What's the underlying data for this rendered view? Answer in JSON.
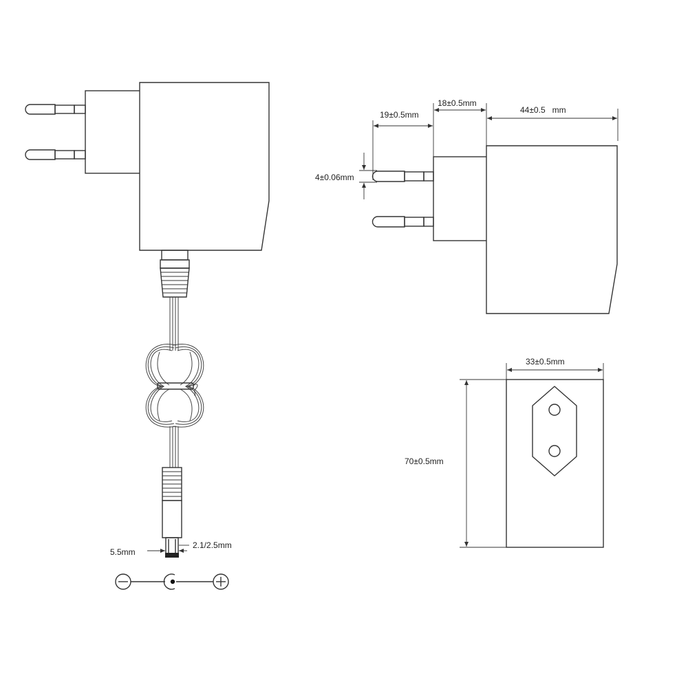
{
  "dimensions": {
    "pin_length": "19±0.5mm",
    "plug_depth": "18±0.5mm",
    "body_depth": "44±0.5   mm",
    "pin_diameter": "4±0.06mm",
    "width": "33±0.5mm",
    "height": "70±0.5mm",
    "dc_outer": "5.5mm",
    "dc_inner": "2.1/2.5mm"
  },
  "polarity": {
    "negative_symbol": "−",
    "positive_symbol": "+"
  }
}
